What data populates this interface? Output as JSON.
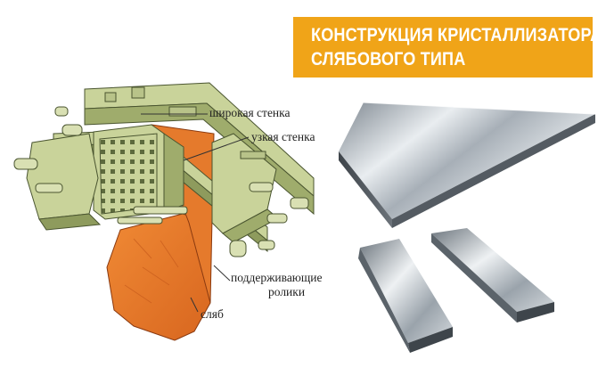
{
  "banner": {
    "title_line1": "КОНСТРУКЦИЯ КРИСТАЛЛИЗАТОРА",
    "title_line2": "СЛЯБОВОГО ТИПА",
    "color": "#f0a418"
  },
  "labels": {
    "wide_wall": "широкая стенка",
    "narrow_wall": "узкая стенка",
    "support_rollers_line1": "поддерживающие",
    "support_rollers_line2": "ролики",
    "slab": "сляб"
  },
  "colors": {
    "mold_green": "#c9d39a",
    "mold_shadow": "#7c8a55",
    "slab_orange": "#e8782a",
    "steel": "#b9c0c7"
  }
}
